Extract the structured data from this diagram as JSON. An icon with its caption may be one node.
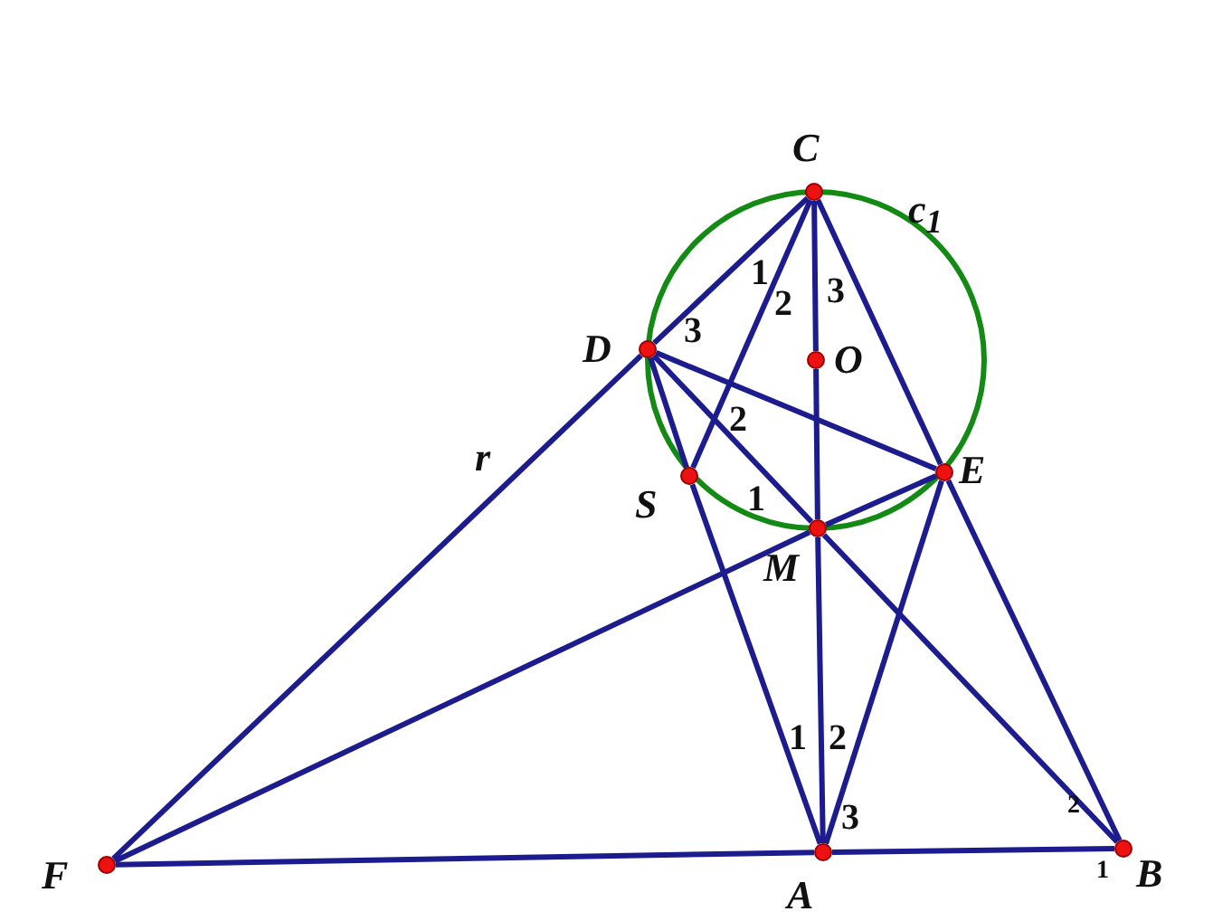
{
  "diagram": {
    "nodes": [
      {
        "text": [
          "C"
        ]
      },
      {
        "text": [
          "D"
        ]
      },
      {
        "text": [
          "O"
        ]
      },
      {
        "text": [
          "S"
        ]
      },
      {
        "text": [
          "E"
        ]
      },
      {
        "text": [
          "M"
        ]
      },
      {
        "text": [
          "F"
        ]
      },
      {
        "text": [
          "A"
        ]
      },
      {
        "text": [
          "B"
        ]
      }
    ],
    "edges": [
      {
        "from": 6,
        "to": 1,
        "arrow": "none",
        "label": "r"
      },
      {
        "from": 1,
        "to": 0,
        "arrow": "none"
      },
      {
        "from": 0,
        "to": 3,
        "arrow": "none"
      },
      {
        "from": 0,
        "to": 2,
        "arrow": "none"
      },
      {
        "from": 2,
        "to": 5,
        "arrow": "none"
      },
      {
        "from": 5,
        "to": 7,
        "arrow": "none"
      },
      {
        "from": 0,
        "to": 4,
        "arrow": "none"
      },
      {
        "from": 4,
        "to": 8,
        "arrow": "none"
      },
      {
        "from": 1,
        "to": 4,
        "arrow": "none"
      },
      {
        "from": 1,
        "to": 5,
        "arrow": "none"
      },
      {
        "from": 5,
        "to": 8,
        "arrow": "none"
      },
      {
        "from": 1,
        "to": 3,
        "arrow": "none"
      },
      {
        "from": 3,
        "to": 7,
        "arrow": "none"
      },
      {
        "from": 6,
        "to": 5,
        "arrow": "none"
      },
      {
        "from": 5,
        "to": 4,
        "arrow": "none"
      },
      {
        "from": 4,
        "to": 7,
        "arrow": "none"
      },
      {
        "from": 6,
        "to": 7,
        "arrow": "none"
      },
      {
        "from": 7,
        "to": 8,
        "arrow": "none"
      }
    ],
    "labels": [
      "c$_{1}$",
      "1",
      "2",
      "3",
      "3",
      "2",
      "1",
      "1",
      "2",
      "3",
      "2",
      "1"
    ]
  }
}
